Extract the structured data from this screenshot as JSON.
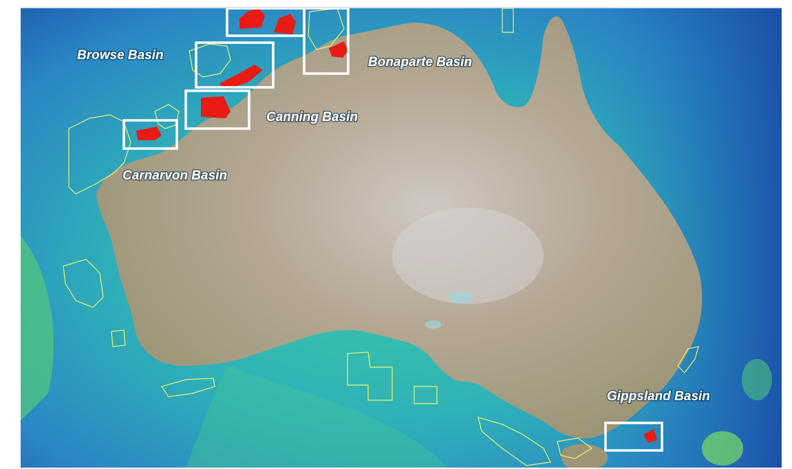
{
  "map": {
    "region": "Australia",
    "colors": {
      "deep_ocean": "#1f5fb0",
      "shelf_ocean": "#2fb2b8",
      "shallow": "#5fcf7a",
      "land": "#a79b84",
      "land_light": "#c9bfb0",
      "lease": "#e81c14",
      "frame": "#ffffff",
      "permit_outline": "#e8f46a"
    },
    "labels": {
      "browse": "Browse Basin",
      "bonaparte": "Bonaparte Basin",
      "canning": "Canning Basin",
      "carnarvon": "Carnarvon Basin",
      "gippsland": "Gippsland Basin"
    }
  }
}
